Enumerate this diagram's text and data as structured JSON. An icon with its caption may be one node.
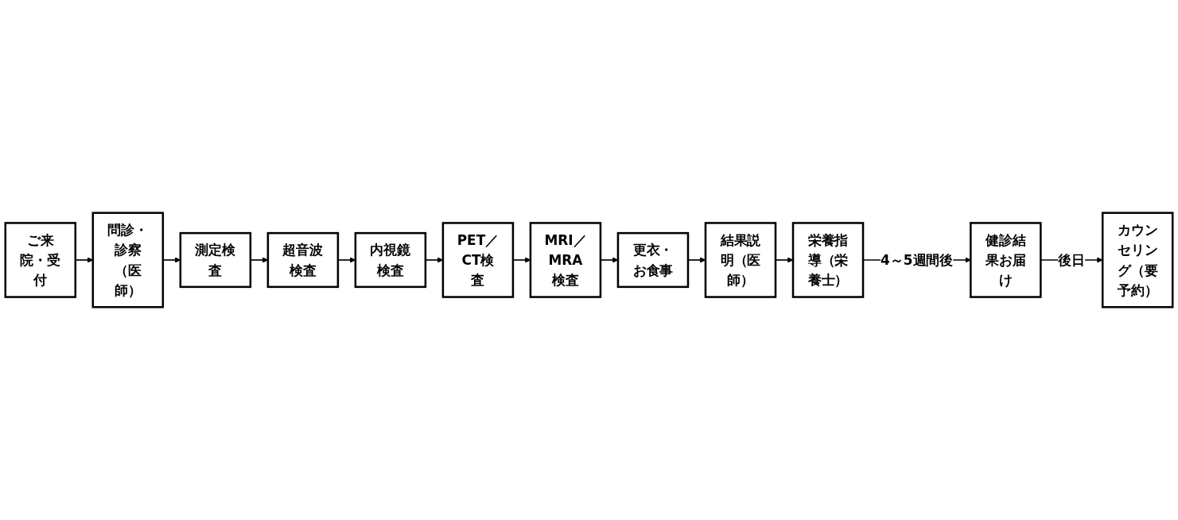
{
  "diagram": {
    "nodes": [
      {
        "text": [
          "ご来院・受付"
        ]
      },
      {
        "text": [
          "問診・診察（医師）"
        ]
      },
      {
        "text": [
          "測定検査"
        ]
      },
      {
        "text": [
          "超音波検査"
        ]
      },
      {
        "text": [
          "内視鏡検査"
        ]
      },
      {
        "text": [
          "PET／CT検査"
        ]
      },
      {
        "text": [
          "MRI／MRA検査"
        ]
      },
      {
        "text": [
          "更衣・お食事"
        ]
      },
      {
        "text": [
          "結果説明（医師）"
        ]
      },
      {
        "text": [
          "栄養指導（栄養士）"
        ]
      },
      {
        "text": [
          "健診結果お届け"
        ]
      },
      {
        "text": [
          "カウンセリング（要予約）"
        ]
      }
    ],
    "edges": [
      {
        "from": 0,
        "to": 1,
        "arrow": "to"
      },
      {
        "from": 1,
        "to": 2,
        "arrow": "to"
      },
      {
        "from": 2,
        "to": 3,
        "arrow": "to"
      },
      {
        "from": 3,
        "to": 4,
        "arrow": "to"
      },
      {
        "from": 4,
        "to": 5,
        "arrow": "to"
      },
      {
        "from": 5,
        "to": 6,
        "arrow": "to"
      },
      {
        "from": 6,
        "to": 7,
        "arrow": "to"
      },
      {
        "from": 7,
        "to": 8,
        "arrow": "to"
      },
      {
        "from": 8,
        "to": 9,
        "arrow": "to"
      },
      {
        "from": 9,
        "to": 10,
        "label": "4～5週間後",
        "arrow": "to"
      },
      {
        "from": 10,
        "to": 11,
        "label": "後日",
        "arrow": "to"
      }
    ]
  }
}
